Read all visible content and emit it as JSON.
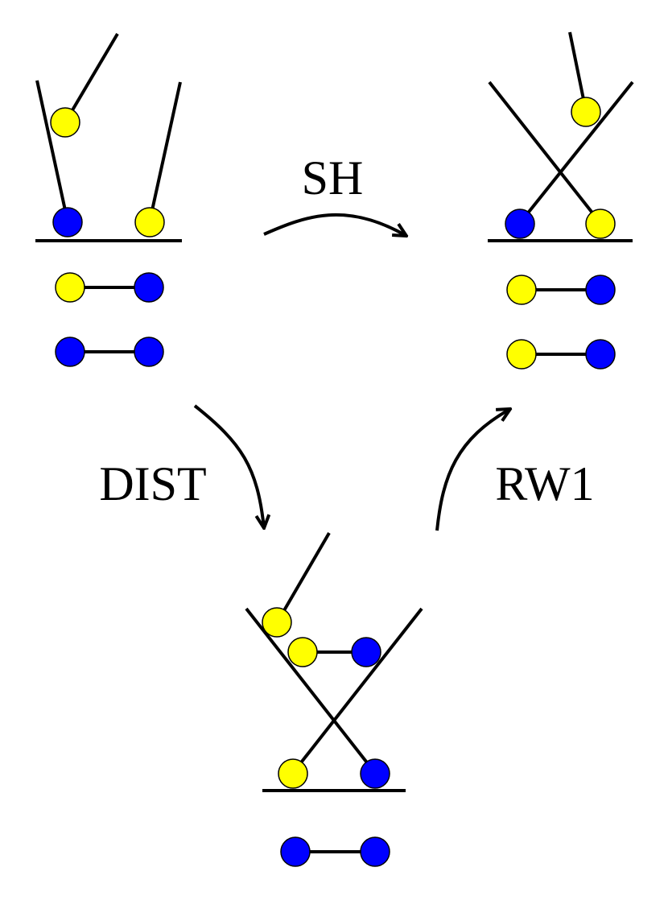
{
  "labels": {
    "sh": "SH",
    "dist": "DIST",
    "rw1": "RW1"
  },
  "colors": {
    "yellow": "#ffff00",
    "blue": "#0000ff",
    "stroke": "#000000"
  }
}
